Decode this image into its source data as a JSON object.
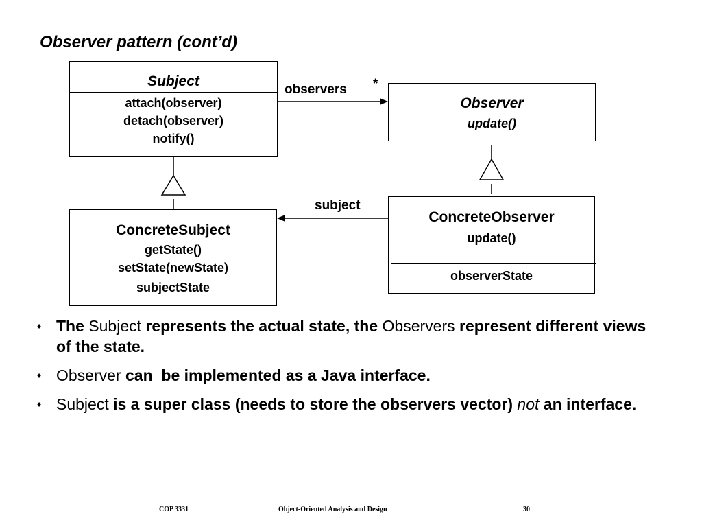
{
  "slide": {
    "title": "Observer pattern (cont’d)"
  },
  "diagram": {
    "subject": {
      "name": "Subject",
      "operations": [
        "attach(observer)",
        "detach(observer)",
        "notify()"
      ]
    },
    "observer": {
      "name": "Observer",
      "operations": [
        "update()"
      ]
    },
    "concrete_subject": {
      "name": "ConcreteSubject",
      "operations": [
        "getState()",
        "setState(newState)"
      ],
      "attributes": [
        "subjectState"
      ]
    },
    "concrete_observer": {
      "name": "ConcreteObserver",
      "operations": [
        "update()"
      ],
      "attributes": [
        "observerState"
      ]
    },
    "associations": {
      "observers_label": "observers",
      "multiplicity": "*",
      "subject_label": "subject"
    }
  },
  "bullets": [
    {
      "segments": [
        {
          "text": "The ",
          "style": "b"
        },
        {
          "text": "Subject",
          "style": "n"
        },
        {
          "text": " represents the actual state, the ",
          "style": "b"
        },
        {
          "text": "Observers",
          "style": "n"
        },
        {
          "text": " represent different views of the state.",
          "style": "b"
        }
      ]
    },
    {
      "segments": [
        {
          "text": "Observer",
          "style": "n"
        },
        {
          "text": " can  be implemented as a Java interface.",
          "style": "b"
        }
      ]
    },
    {
      "segments": [
        {
          "text": "Subject",
          "style": "n"
        },
        {
          "text": " is a super class (needs to store the observers vector) ",
          "style": "b"
        },
        {
          "text": "not",
          "style": "i"
        },
        {
          "text": " an interface.",
          "style": "b"
        }
      ]
    }
  ],
  "footer": {
    "course": "COP 3331",
    "course_title": "Object-Oriented Analysis and Design",
    "page_number": "30"
  }
}
